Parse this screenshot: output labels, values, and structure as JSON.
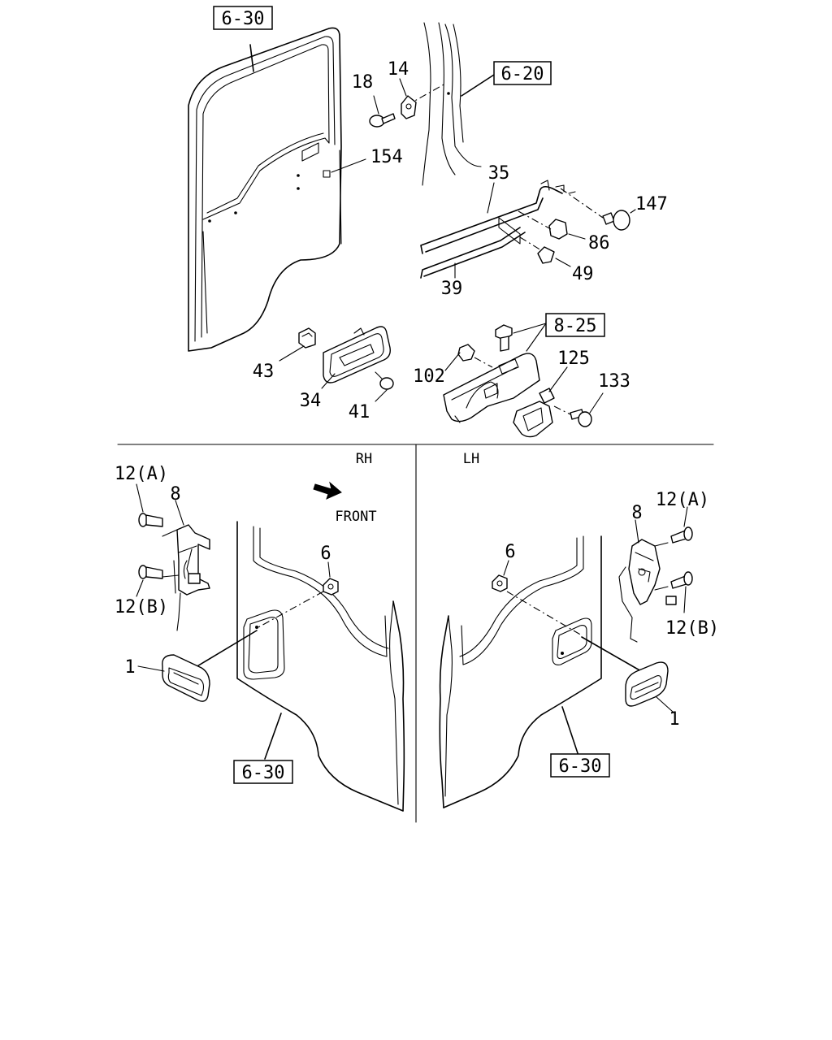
{
  "refs": {
    "door_top": "6-30",
    "striker_ref": "6-20",
    "switch_ref": "8-25",
    "rh_door": "6-30",
    "lh_door": "6-30"
  },
  "labels": {
    "p18": "18",
    "p14": "14",
    "p154": "154",
    "p35": "35",
    "p147": "147",
    "p86": "86",
    "p49": "49",
    "p39": "39",
    "p43": "43",
    "p34": "34",
    "p41": "41",
    "p102": "102",
    "p125": "125",
    "p133": "133",
    "rh_12a": "12(A)",
    "rh_8": "8",
    "rh_12b": "12(B)",
    "rh_6": "6",
    "rh_1": "1",
    "lh_12a": "12(A)",
    "lh_8": "8",
    "lh_12b": "12(B)",
    "lh_6": "6",
    "lh_1": "1"
  },
  "sections": {
    "rh": "RH",
    "lh": "LH",
    "front": "FRONT"
  }
}
